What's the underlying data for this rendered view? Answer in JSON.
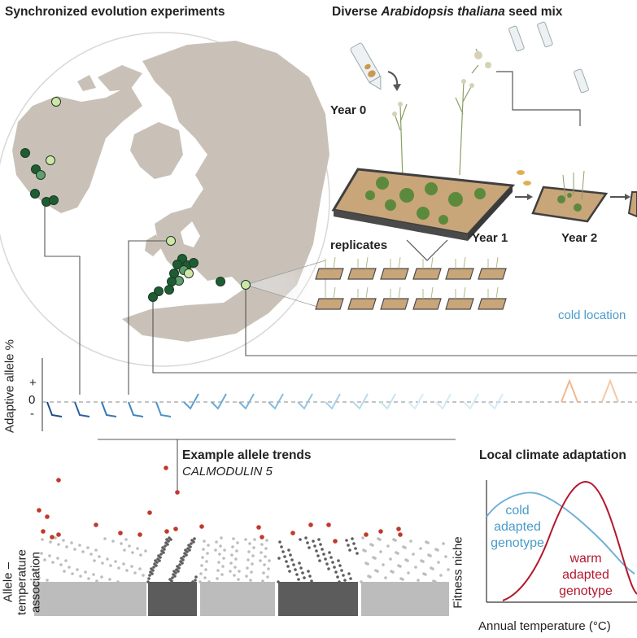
{
  "panels": {
    "experiments_title": "Synchronized evolution experiments",
    "seedmix_title_prefix": "Diverse ",
    "seedmix_title_species": "Arabidopsis thaliana",
    "seedmix_title_suffix": " seed mix",
    "year0": "Year 0",
    "year1": "Year 1",
    "year2": "Year 2",
    "replicates": "replicates",
    "cold_location": "cold location",
    "example_title": "Example allele trends",
    "example_gene": "CALMODULIN 5",
    "climate_title": "Local climate adaptation"
  },
  "trend_axis": {
    "ylabel": "Adaptive allele %",
    "tick_plus": "+",
    "tick_zero": "0",
    "tick_minus": "-"
  },
  "manhattan": {
    "ylabel_line1": "Allele – temperature",
    "ylabel_line2": "association"
  },
  "niche": {
    "ylabel": "Fitness niche",
    "xlabel": "Annual temperature (°C)",
    "cold_label": [
      "cold",
      "adapted",
      "genotype"
    ],
    "warm_label": [
      "warm",
      "adapted",
      "genotype"
    ]
  },
  "colors": {
    "land": "#c9c1b8",
    "ocean": "#ffffff",
    "site_dark": "#1e5c34",
    "site_mid": "#5f9e6e",
    "site_light": "#cfe6a9",
    "cold_blue": "#6fb0d8",
    "warm_red": "#b3192c",
    "manhattan_light": "#bcbcbc",
    "manhattan_dark": "#5c5c5c",
    "hit_red": "#c0392b",
    "tray": "#4a4a4a",
    "soil": "#c9a57a"
  }
}
